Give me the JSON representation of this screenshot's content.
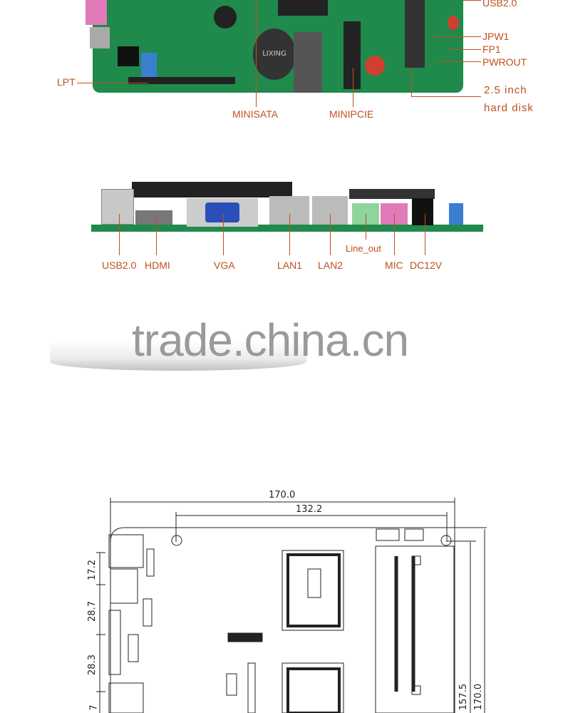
{
  "top_view": {
    "labels": {
      "usb": "USB2.0",
      "jpw1": "JPW1",
      "fp1": "FP1",
      "pwrout": "PWROUT",
      "lpt": "LPT",
      "minisata": "MINISATA",
      "minipcie": "MINIPCIE",
      "hdd_line1": "2.5 inch",
      "hdd_line2": "hard disk"
    },
    "battery_text": "LIXING"
  },
  "side_view": {
    "labels": {
      "usb": "USB2.0",
      "hdmi": "HDMI",
      "vga": "VGA",
      "lan1": "LAN1",
      "lan2": "LAN2",
      "line_out": "Line_out",
      "mic": "MIC",
      "dc12v": "DC12V"
    }
  },
  "watermark": "trade.china.cn",
  "drawing": {
    "dims": {
      "width_total": "170.0",
      "hole_spacing": "132.2",
      "left_1": "17.2",
      "left_2": "28.7",
      "left_3": "28.3",
      "left_4": "7",
      "right_1": "157.5",
      "right_2": "170.0"
    }
  },
  "colors": {
    "label": "#c0501e",
    "board": "#1f8a4c"
  }
}
